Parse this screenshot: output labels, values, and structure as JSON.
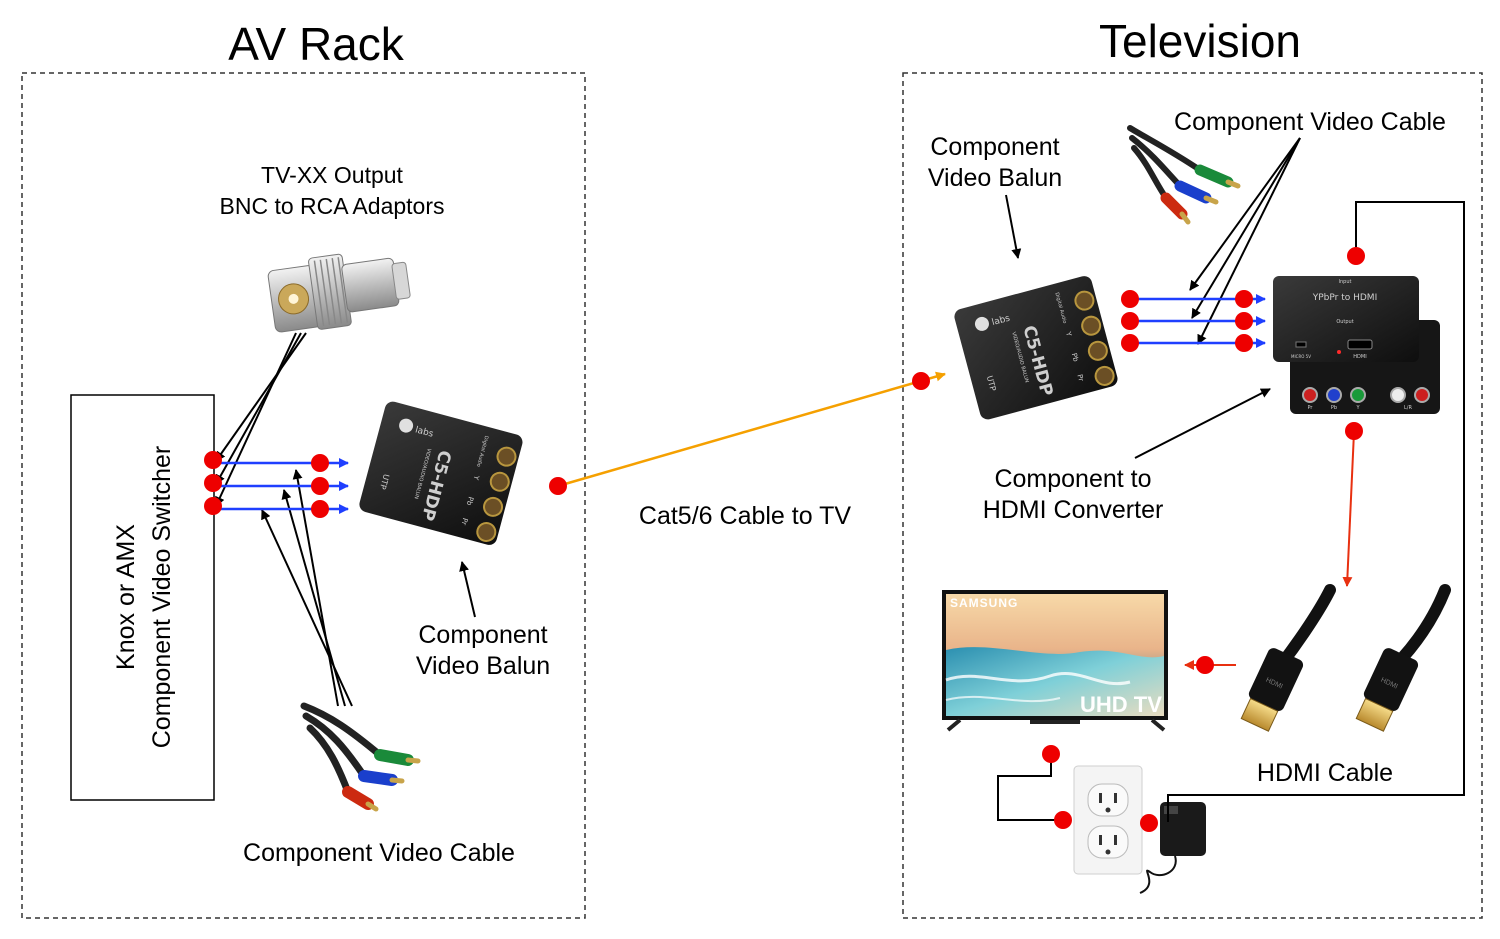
{
  "sections": {
    "left_title": "AV Rack",
    "right_title": "Television"
  },
  "labels": {
    "bnc_line1": "TV-XX Output",
    "bnc_line2": "BNC to RCA Adaptors",
    "switcher_line1": "Knox or AMX",
    "switcher_line2": "Component Video Switcher",
    "left_balun_line1": "Component",
    "left_balun_line2": "Video Balun",
    "left_cable": "Component Video Cable",
    "cat_cable": "Cat5/6 Cable to TV",
    "right_balun_line1": "Component",
    "right_balun_line2": "Video Balun",
    "right_cable": "Component Video Cable",
    "converter_line1": "Component to",
    "converter_line2": "HDMI Converter",
    "hdmi_cable": "HDMI Cable"
  },
  "device_text": {
    "balun_brand": "labs",
    "balun_model": "C5-HDP",
    "balun_sub": "VIDEO/AUDIO BALUN",
    "balun_utp": "UTP",
    "balun_port_y": "Y",
    "balun_port_pb": "Pb",
    "balun_port_pr": "Pr",
    "balun_port_audio": "Digital Audio",
    "converter_title": "YPbPr to HDMI",
    "converter_input": "Input",
    "converter_output": "Output",
    "converter_hdmi": "HDMI",
    "converter_power": "MICRO 5V",
    "converter_ports": [
      "Pr",
      "Pb",
      "Y",
      "L/R"
    ],
    "tv_brand": "SAMSUNG",
    "tv_badge": "UHD TV",
    "hdmi_brand": "HDMI"
  },
  "colors": {
    "signal_arrow": "#1f3fff",
    "connector_dot": "#ee0000",
    "cat_cable": "#f5a000",
    "hdmi_link": "#e83010",
    "pointer": "#000000"
  }
}
